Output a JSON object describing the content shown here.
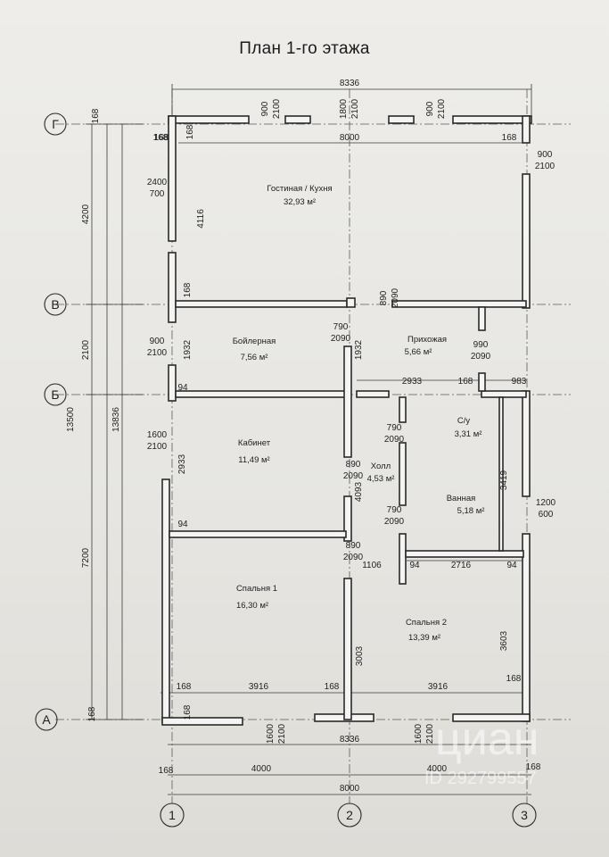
{
  "title": "План 1-го этажа",
  "axes": {
    "rows": [
      "Г",
      "В",
      "Б",
      "А"
    ],
    "cols": [
      "1",
      "2",
      "3"
    ]
  },
  "rooms": [
    {
      "name": "Гостиная / Кухня",
      "area": "32,93 м²"
    },
    {
      "name": "Бойлерная",
      "area": "7,56 м²"
    },
    {
      "name": "Прихожая",
      "area": "5,66 м²"
    },
    {
      "name": "Кабинет",
      "area": "11,49 м²"
    },
    {
      "name": "С/у",
      "area": "3,31 м²"
    },
    {
      "name": "Холл",
      "area": "4,53 м²"
    },
    {
      "name": "Ванная",
      "area": "5,18 м²"
    },
    {
      "name": "Спальня 1",
      "area": "16,30 м²"
    },
    {
      "name": "Спальня 2",
      "area": "13,39 м²"
    }
  ],
  "dims": {
    "top_total": "8336",
    "top_inner": "8000",
    "bottom_total": "8000",
    "bottom_inner": "8336",
    "bottom_left": "4000",
    "bottom_right": "4000",
    "left_4200": "4200",
    "left_2100": "2100",
    "left_7200": "7200",
    "left_13500": "13500",
    "left_13836": "13836",
    "t168": "168",
    "d4116": "4116",
    "d1932": "1932",
    "d94": "94",
    "d2933": "2933",
    "d3003": "3003",
    "d3916": "3916",
    "d3603": "3603",
    "d3419": "3419",
    "d2716": "2716",
    "d983": "983",
    "d1106": "1106",
    "d4093": "4093",
    "d890": "890",
    "d2090": "2090",
    "d790": "790",
    "d990": "990",
    "d900": "900",
    "d2100": "2100",
    "d1800": "1800",
    "d2400": "2400",
    "d700": "700",
    "d1600": "1600",
    "d1200": "1200",
    "d600": "600"
  },
  "watermark": {
    "brand": "циан",
    "id": "ID 292799557"
  }
}
